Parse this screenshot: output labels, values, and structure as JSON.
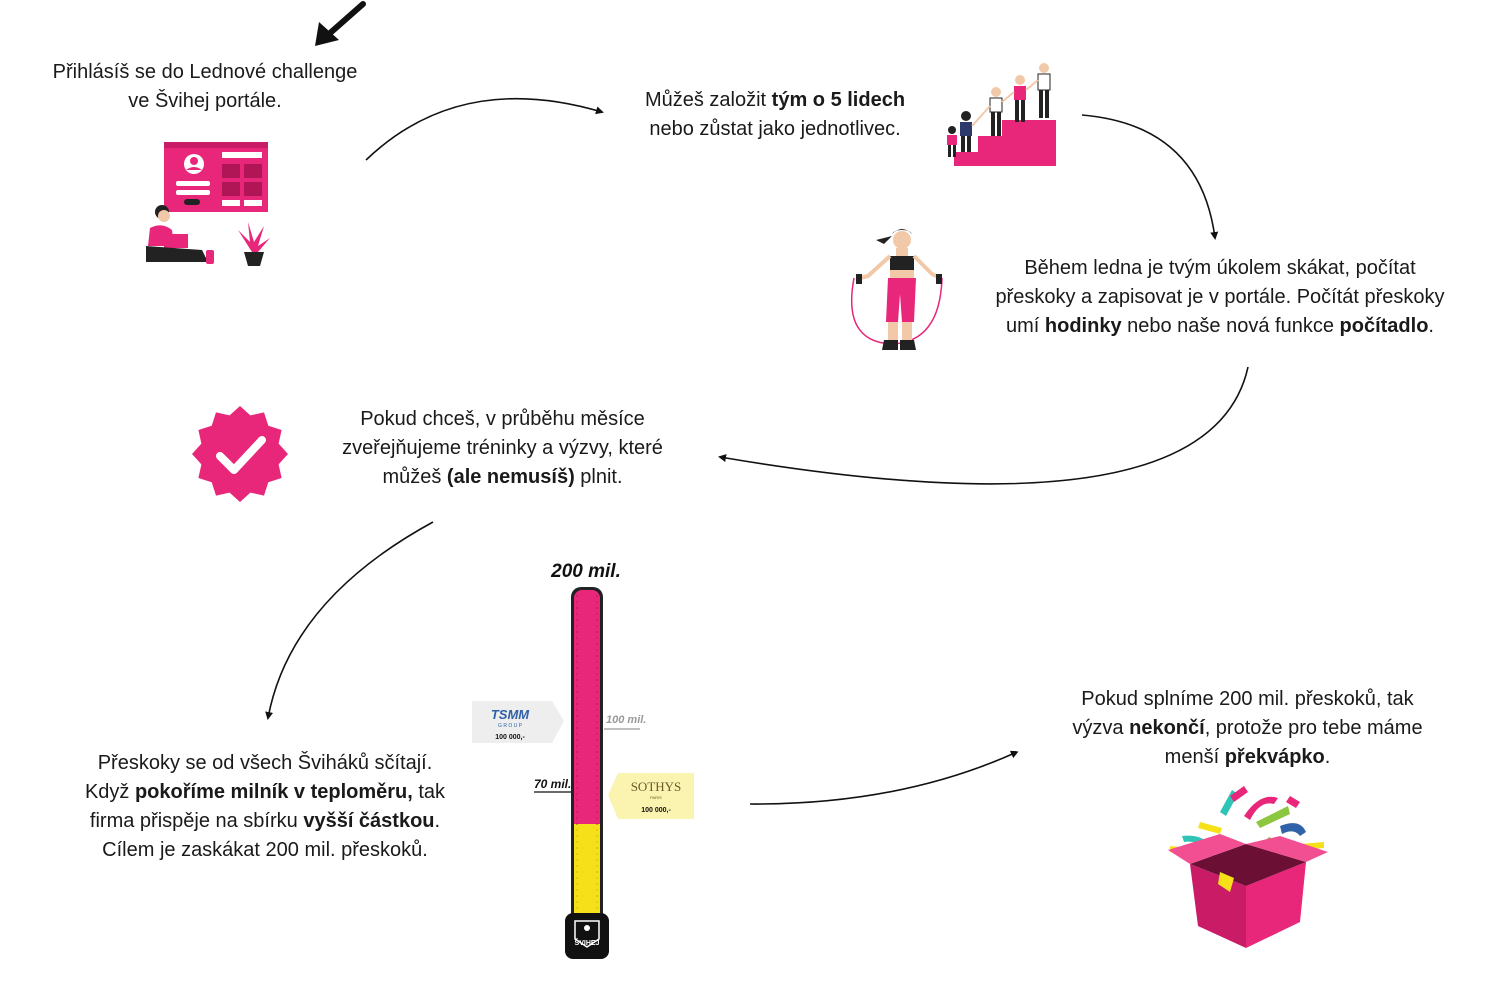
{
  "steps": {
    "step1": {
      "line1": "Přihlásíš se do Lednové challenge",
      "line2": "ve Švihej portále."
    },
    "step2": {
      "line1_pre": "Můžeš založit ",
      "line1_bold": "tým o 5 lidech",
      "line2": "nebo zůstat jako jednotlivec."
    },
    "step3": {
      "line1": "Během ledna je tvým úkolem skákat, počítat",
      "line2": "přeskoky a zapisovat je v portále. Počítát přeskoky",
      "line3_pre": "umí ",
      "line3_bold1": "hodinky",
      "line3_mid": " nebo naše nová funkce ",
      "line3_bold2": "počítadlo",
      "line3_post": "."
    },
    "step4": {
      "line1": "Pokud chceš, v průběhu měsíce",
      "line2": "zveřejňujeme tréninky a výzvy, které",
      "line3_pre": "můžeš ",
      "line3_bold": "(ale nemusíš)",
      "line3_post": " plnit."
    },
    "step5": {
      "line1": "Přeskoky se od všech Šviháků sčítají.",
      "line2_pre": "Když ",
      "line2_bold": "pokoříme milník v teploměru,",
      "line2_post": " tak",
      "line3_pre": "firma přispěje na sbírku ",
      "line3_bold": "vyšší částkou",
      "line3_post": ".",
      "line4": "Cílem je zaskákat 200 mil. přeskoků."
    },
    "step6": {
      "line1": "Pokud splníme 200 mil. přeskoků, tak",
      "line2_pre": "výzva ",
      "line2_bold": "nekončí",
      "line2_post": ", protože pro tebe máme",
      "line3_pre": "menší ",
      "line3_bold": "překvápko",
      "line3_post": "."
    }
  },
  "thermometer": {
    "goal_label": "200 mil.",
    "milestone_100": "100 mil.",
    "milestone_70": "70 mil.",
    "current_fraction": 0.35,
    "sponsor1_name": "TSMM",
    "sponsor1_sub": "G R O U P",
    "sponsor1_amount": "100 000,-",
    "sponsor2_name": "SOTHYS",
    "sponsor2_sub": "PARIS",
    "sponsor2_amount": "100 000,-",
    "badge_text": "ŠVIHEJ"
  },
  "colors": {
    "pink": "#e8267a",
    "yellow": "#f5e01a",
    "dark": "#1a1a1a"
  },
  "icons": [
    "pointer-arrow-icon",
    "login-illustration-icon",
    "team-stairs-icon",
    "jump-rope-icon",
    "verified-badge-icon",
    "gift-box-icon",
    "svihej-logo-icon"
  ]
}
